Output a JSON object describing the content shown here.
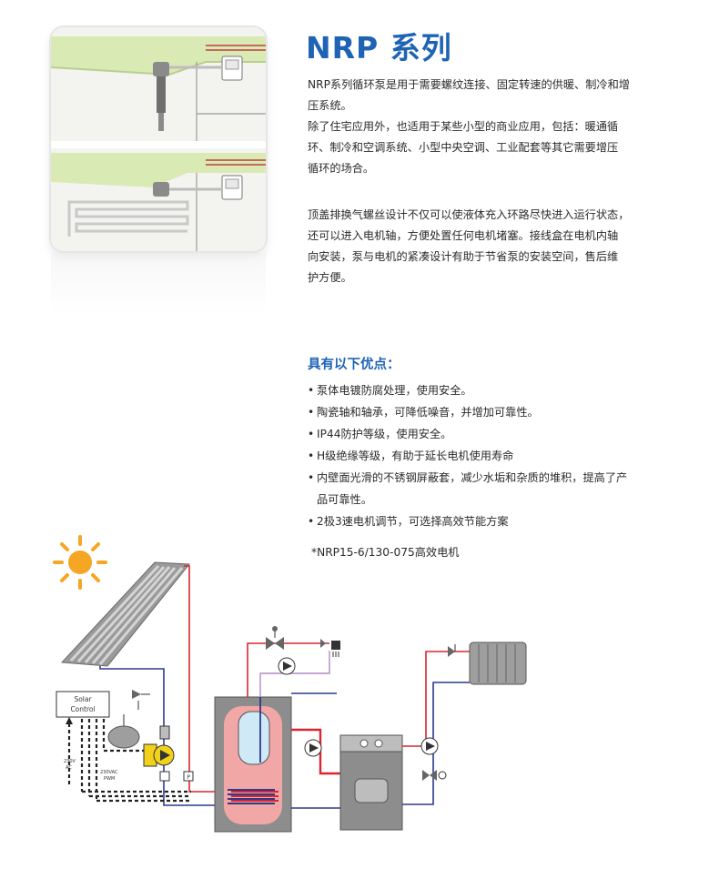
{
  "header": {
    "title": "NRP 系列"
  },
  "intro": {
    "paragraph_1_lines": [
      "NRP系列循环泵是用于需要螺纹连接、固定转速的供暖、制冷和增",
      "压系统。",
      "除了住宅应用外，也适用于某些小型的商业应用，包括：暖通循",
      "环、制冷和空调系统、小型中央空调、工业配套等其它需要增压",
      "循环的场合。"
    ],
    "paragraph_2_lines": [
      "顶盖排换气螺丝设计不仅可以使液体充入环路尽快进入运行状态，",
      "还可以进入电机轴，方便处置任何电机堵塞。接线盒在电机内轴",
      "向安装，泵与电机的紧凑设计有助于节省泵的安装空间，售后维",
      "护方便。"
    ]
  },
  "advantages": {
    "title": "具有以下优点：",
    "bullet_symbol": "•",
    "items": [
      [
        "泵体电镀防腐处理，使用安全。"
      ],
      [
        "陶瓷轴和轴承，可降低噪音，并增加可靠性。"
      ],
      [
        "IP44防护等级，使用安全。"
      ],
      [
        "H级绝缘等级，有助于延长电机使用寿命"
      ],
      [
        "内壁面光滑的不锈钢屏蔽套，减少水垢和杂质的堆积，提高了产",
        "品可靠性。"
      ],
      [
        "2极3速电机调节，可选择高效节能方案"
      ]
    ],
    "note": "*NRP15-6/130-075高效电机"
  },
  "diagram": {
    "solar_control_line1": "Solar",
    "solar_control_line2": "Control",
    "label_230v": "230V",
    "label_ac": "AC",
    "label_230vac": "230VAC",
    "label_pwm": "PWM",
    "label_p": "P"
  },
  "colors": {
    "brand_blue": "#1e63b4",
    "pipe_red": "#d8262e",
    "pipe_blue": "#2b3a8c",
    "tank_pink": "#f2a7a7",
    "sun_orange": "#f5a623"
  }
}
